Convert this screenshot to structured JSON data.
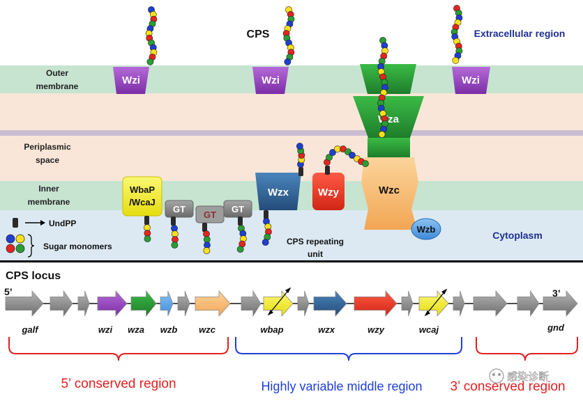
{
  "top_panel": {
    "cps_label": "CPS",
    "extracellular_label": "Extracellular region",
    "outer_membrane_label_1": "Outer",
    "outer_membrane_label_2": "membrane",
    "periplasmic_label_1": "Periplasmic",
    "periplasmic_label_2": "space",
    "inner_membrane_label_1": "Inner",
    "inner_membrane_label_2": "membrane",
    "cytoplasm_label": "Cytoplasm",
    "proteins": {
      "wzi": "Wzi",
      "wza": "Wza",
      "wzc": "Wzc",
      "wzx": "Wzx",
      "wzy": "Wzy",
      "wzb": "Wzb",
      "wbap_1": "WbaP",
      "wbap_2": "/WcaJ",
      "gt": "GT"
    },
    "legend": {
      "undpp_label": "UndPP",
      "sugar_label": "Sugar monomers"
    },
    "repeat_unit_label_1": "CPS repeating",
    "repeat_unit_label_2": "unit"
  },
  "bottom_panel": {
    "locus_title": "CPS locus",
    "five_prime": "5’",
    "three_prime": "3’",
    "genes": {
      "galf": "galf",
      "wzi": "wzi",
      "wza": "wza",
      "wzb": "wzb",
      "wzc": "wzc",
      "wbap": "wbap",
      "wzx": "wzx",
      "wzy": "wzy",
      "wcaj": "wcaj",
      "gnd": "gnd"
    },
    "region_5": "5’ conserved region",
    "region_middle": "Highly variable middle region",
    "region_3": "3’ conserved region",
    "watermark": "感染诊断"
  },
  "colors": {
    "outer_membrane": "#c4e3cf",
    "periplasm": "#fae5d8",
    "cytoplasm": "#dbe9f3",
    "wzi": "#9b42c0",
    "wza": "#2c9a39",
    "wzc": "#f9be78",
    "wzx": "#2f5f8f",
    "wzy": "#e83a2a",
    "wzb": "#4a9be0",
    "wbap": "#f6f12a",
    "gt": "#888888",
    "region_5": "#e02020",
    "region_middle": "#1f3fd8",
    "label_blue": "#1e2f8f"
  }
}
